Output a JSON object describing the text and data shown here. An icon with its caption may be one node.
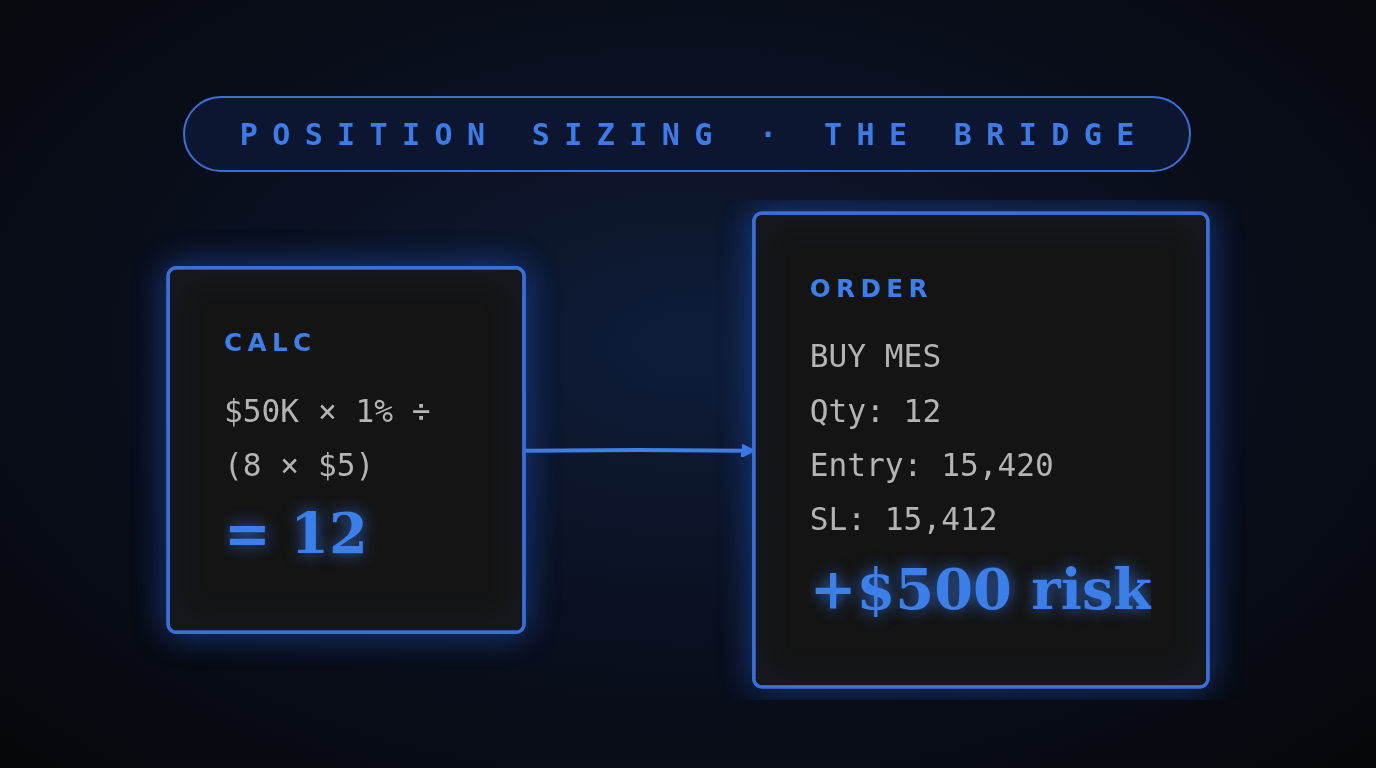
{
  "diagram": {
    "title": "POSITION SIZING · THE BRIDGE",
    "nodes": [
      {
        "text": [
          "CALC",
          "$50K × 1% ÷ (8 × $5)",
          "= 12"
        ]
      },
      {
        "text": [
          "ORDER",
          "BUY MES",
          "Qty: 12",
          "Entry: 15,420",
          "SL: 15,412",
          "+$500 risk"
        ]
      }
    ],
    "edges": [
      {
        "from": 0,
        "to": 1,
        "arrow": "to"
      }
    ]
  }
}
